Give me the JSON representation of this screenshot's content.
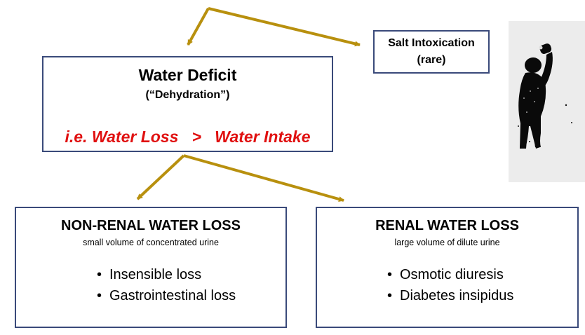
{
  "colors": {
    "arrow": "#b8900e",
    "border": "#3a4a7a",
    "emphasis": "#e01010"
  },
  "water_deficit": {
    "title": "Water Deficit",
    "subtitle": "(“Dehydration”)",
    "equation": "i.e. Water Loss   >   Water Intake"
  },
  "salt_intoxication": {
    "line1": "Salt Intoxication",
    "line2": "(rare)"
  },
  "non_renal": {
    "title": "NON-RENAL WATER LOSS",
    "subtitle": "small volume of concentrated urine",
    "items": [
      "Insensible loss",
      "Gastrointestinal loss"
    ]
  },
  "renal": {
    "title": "RENAL WATER LOSS",
    "subtitle": "large volume of dilute urine",
    "items": [
      "Osmotic diuresis",
      "Diabetes insipidus"
    ]
  },
  "illustration": {
    "icon": "person-drinking-silhouette-icon"
  }
}
